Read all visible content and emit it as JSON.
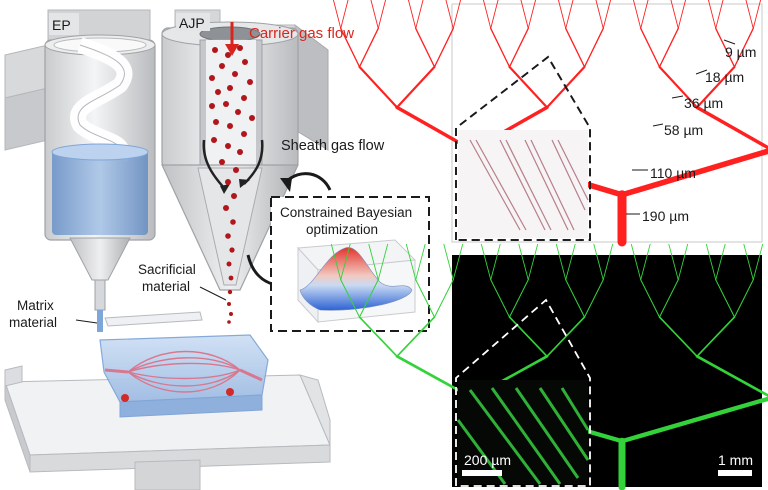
{
  "printers": {
    "ep_label": "EP",
    "ajp_label": "AJP"
  },
  "annotations": {
    "carrier_gas_flow": "Carrier gas flow",
    "sheath_gas_flow": "Sheath gas flow",
    "optimization_line1": "Constrained Bayesian",
    "optimization_line2": "optimization",
    "sacrificial_line1": "Sacrificial",
    "sacrificial_line2": "material",
    "matrix_line1": "Matrix",
    "matrix_line2": "material"
  },
  "vascular_tree_widths": [
    "9 µm",
    "18 µm",
    "36 µm",
    "58 µm",
    "110 µm",
    "190 µm"
  ],
  "scale_bars": {
    "inset": "200 µm",
    "main": "1 mm"
  },
  "colors": {
    "carrier_text": "#d8261f",
    "tree_red": "#ff2020",
    "tree_green": "#33d23a",
    "ink_blue": "#7fa6d8",
    "particle_red": "#b0161b"
  }
}
